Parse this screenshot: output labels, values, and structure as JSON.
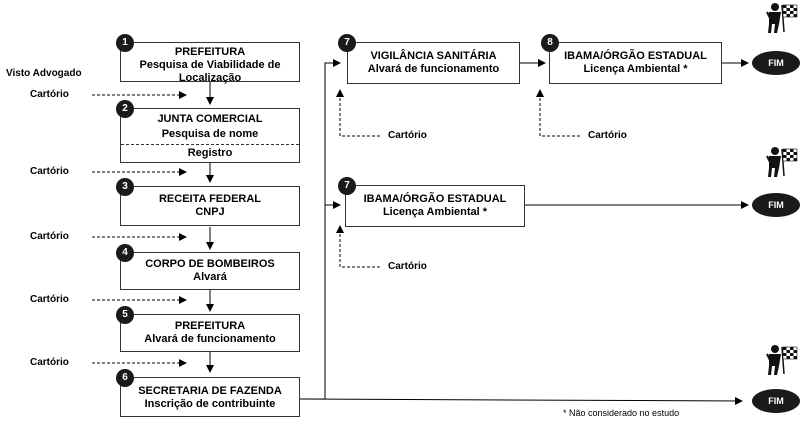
{
  "steps": {
    "s1": {
      "num": "1",
      "title": "PREFEITURA",
      "line2": "Pesquisa de Viabilidade de",
      "line3": "Localização"
    },
    "s2": {
      "num": "2",
      "title": "JUNTA COMERCIAL",
      "line2": "Pesquisa de nome",
      "line3": "Registro"
    },
    "s3": {
      "num": "3",
      "title": "RECEITA FEDERAL",
      "line2": "CNPJ"
    },
    "s4": {
      "num": "4",
      "title": "CORPO DE BOMBEIROS",
      "line2": "Alvará"
    },
    "s5": {
      "num": "5",
      "title": "PREFEITURA",
      "line2": "Alvará de funcionamento"
    },
    "s6": {
      "num": "6",
      "title": "SECRETARIA DE FAZENDA",
      "line2": "Inscrição de contribuinte"
    },
    "s7a": {
      "num": "7",
      "title": "VIGILÂNCIA SANITÁRIA",
      "line2": "Alvará de funcionamento"
    },
    "s8": {
      "num": "8",
      "title": "IBAMA/ÓRGÃO ESTADUAL",
      "line2": "Licença Ambiental *"
    },
    "s7b": {
      "num": "7",
      "title": "IBAMA/ÓRGÃO ESTADUAL",
      "line2": "Licença Ambiental *"
    }
  },
  "labels": {
    "visto": "Visto Advogado",
    "cartorio": "Cartório"
  },
  "end_label": "FIM",
  "footnote": "* Não considerado no estudo",
  "icons": {
    "person": "person-with-flag-icon"
  }
}
